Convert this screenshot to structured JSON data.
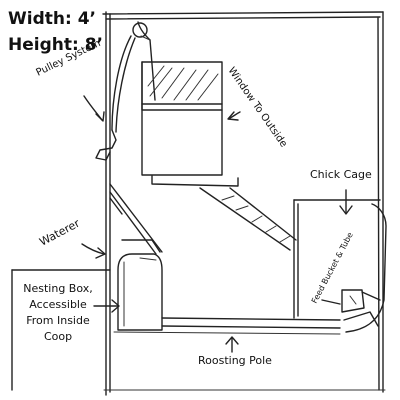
{
  "dimensions": {
    "width": "Width: 4’",
    "height": "Height: 8’"
  },
  "labels": {
    "pulley_system": "Pulley System",
    "window": "Window To Outside",
    "chick_cage": "Chick Cage",
    "waterer": "Waterer",
    "feed_bucket": "Feed Bucket & Tube",
    "nesting_box": [
      "Nesting Box,",
      "Accessible",
      "From Inside",
      "Coop"
    ],
    "roosting_pole": "Roosting Pole"
  }
}
